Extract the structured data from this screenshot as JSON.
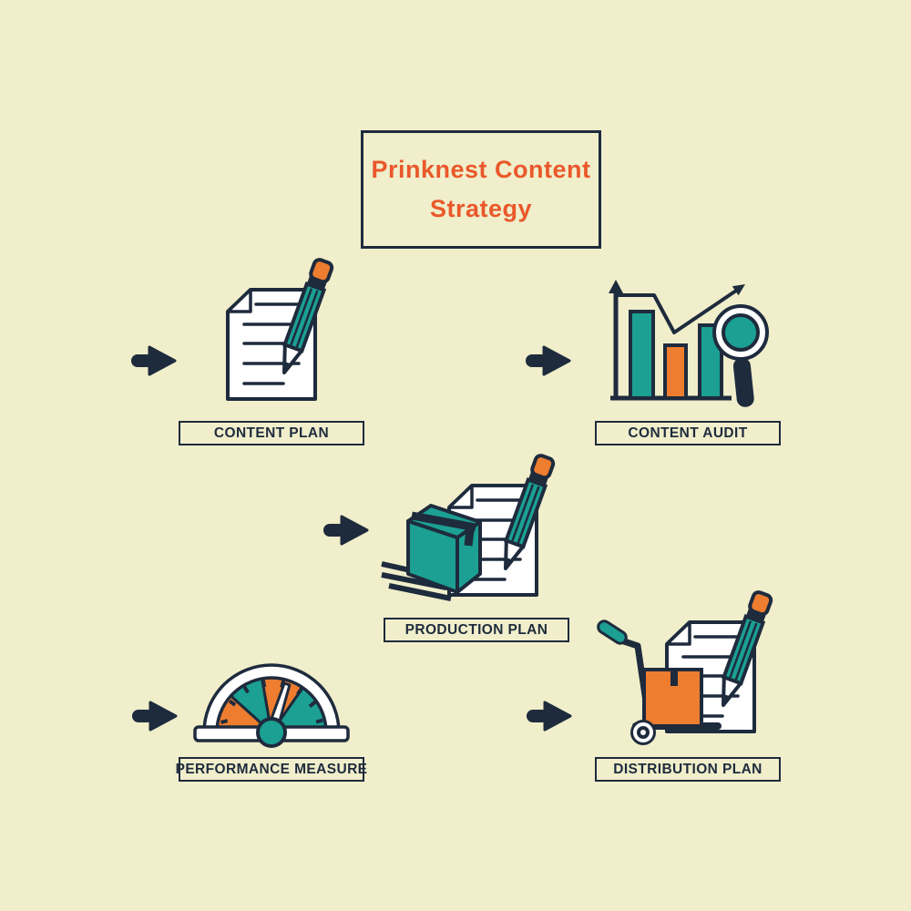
{
  "title": {
    "line1": "Prinknest Content",
    "line2": "Strategy"
  },
  "colors": {
    "background": "#f0eecb",
    "outline_navy": "#1e2b3d",
    "teal": "#1ba093",
    "orange": "#ee7d2f",
    "title_text": "#e9582b",
    "white": "#ffffff"
  },
  "steps": [
    {
      "label": "CONTENT PLAN",
      "icon": "document-pencil-icon"
    },
    {
      "label": "CONTENT AUDIT",
      "icon": "bar-chart-magnifier-icon"
    },
    {
      "label": "PRODUCTION PLAN",
      "icon": "package-box-document-pencil-icon"
    },
    {
      "label": "PERFORMANCE MEASURE",
      "icon": "speedometer-gauge-icon"
    },
    {
      "label": "DISTRIBUTION PLAN",
      "icon": "hand-truck-box-document-icon"
    }
  ]
}
